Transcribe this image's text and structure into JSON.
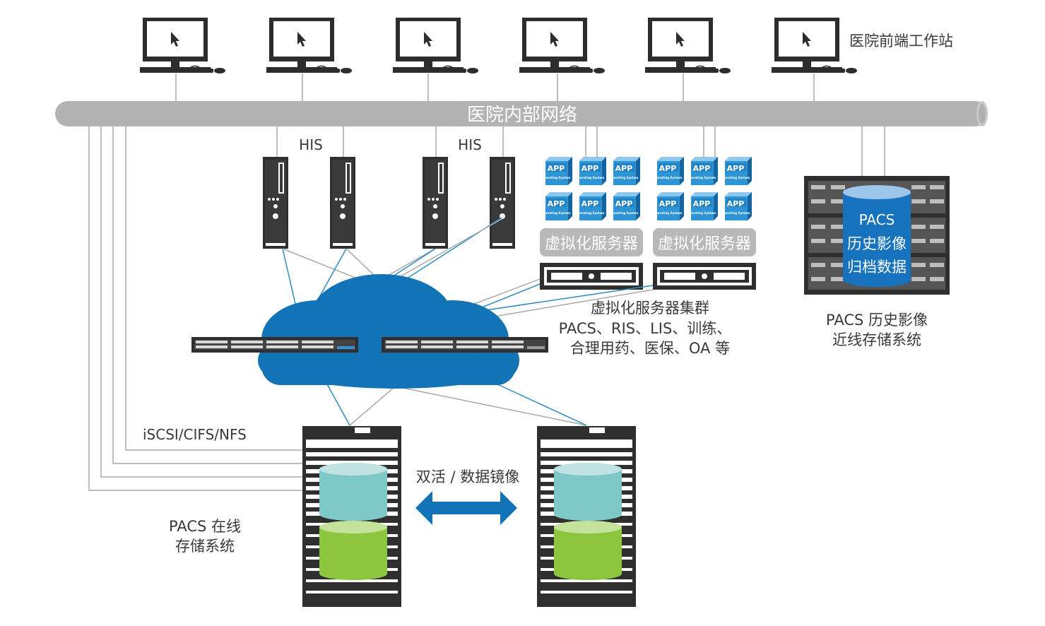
{
  "labels": {
    "workstations": "医院前端工作站",
    "network": "医院内部网络",
    "his_1": "HIS",
    "his_2": "HIS",
    "virt_server_1": "虚拟化服务器",
    "virt_server_2": "虚拟化服务器",
    "virt_cluster_title": "虚拟化服务器集群",
    "virt_cluster_line1": "PACS、RIS、LIS、训练、",
    "virt_cluster_line2": "合理用药、医保、OA 等",
    "pacs_archive_1": "PACS",
    "pacs_archive_2": "历史影像",
    "pacs_archive_3": "归档数据",
    "pacs_nearline_1": "PACS 历史影像",
    "pacs_nearline_2": "近线存储系统",
    "protocols": "iSCSI/CIFS/NFS",
    "active_mirror": "双活 / 数据镜像",
    "pacs_online_1": "PACS 在线",
    "pacs_online_2": "存储系统"
  },
  "app_badge": {
    "title": "APP",
    "subtitle": "Operating System"
  },
  "colors": {
    "network_bar": "#b3b3b3",
    "cloud": "#1273b7",
    "blue_line": "#2a8cc4",
    "gray_line": "#a8a8a8",
    "server_dark": "#333333",
    "app_blue": "#1e86c8",
    "disk_teal": "#7fc8c8",
    "disk_green": "#8cc63e",
    "virt_label_bg": "#b8b8b8"
  }
}
